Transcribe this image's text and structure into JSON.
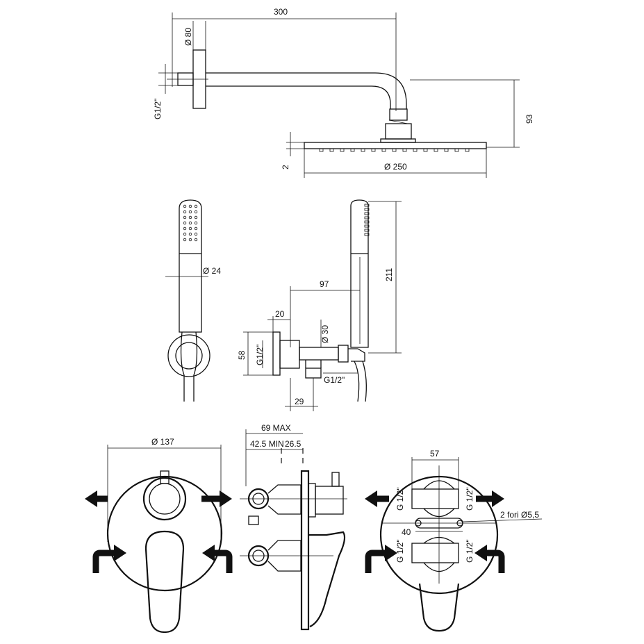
{
  "drawing": {
    "head_shower": {
      "arm_length": "300",
      "flange_diameter": "Ø 80",
      "thread": "G1/2\"",
      "height": "93",
      "plate_thickness": "2",
      "head_diameter": "Ø 250"
    },
    "hand_shower": {
      "handle_diameter": "Ø 24",
      "length": "211",
      "projection": "97",
      "bracket_width": "20",
      "outlet_diameter": "Ø 30",
      "bracket_height": "58",
      "wall_thread": "G1/2\"",
      "outlet_thread": "G1/2\"",
      "outlet_offset": "29"
    },
    "mixer": {
      "plate_diameter": "Ø 137",
      "depth_max": "69 MAX",
      "depth_min": "42.5 MIN",
      "depth_extra": "26.5",
      "port_spacing": "57",
      "holes_note": "2  fori  Ø5,5",
      "hole_spacing": "40",
      "port_threads": [
        "G 1/2\"",
        "G 1/2\"",
        "G 1/2\"",
        "G 1/2\""
      ]
    }
  },
  "colors": {
    "line": "#111111",
    "background": "#ffffff"
  }
}
